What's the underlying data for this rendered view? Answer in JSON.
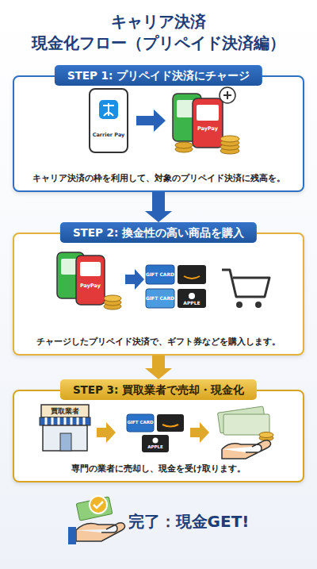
{
  "diagram": {
    "title": "キャリア決済 現金化フロー（プリペイド決済編）",
    "nodes": [
      {
        "text": [
          "STEP 1: プリペイド決済にチャージ",
          "キャリア決済の枠を利用して、対象のプリペイド決済に残高を。"
        ]
      },
      {
        "text": [
          "STEP 2: 換金性の高い商品を購入",
          "チャージしたプリペイド決済で、ギフト券などを購入します。"
        ]
      },
      {
        "text": [
          "STEP 3: 買取業者で売却・現金化",
          "専門の業者に売却し、現金を受け取ります。"
        ]
      }
    ],
    "edges": [
      {
        "from": 0,
        "to": 1,
        "arrow": "to"
      },
      {
        "from": 1,
        "to": 2,
        "arrow": "to"
      }
    ],
    "labels": [
      "Carrier Pay",
      "PayPay",
      "PayPay",
      "GIFT CARD",
      "GIFT CARD",
      "APPLE",
      "買取業者",
      "GIFT CARD",
      "APPLE",
      "完了：現金GET!"
    ]
  }
}
